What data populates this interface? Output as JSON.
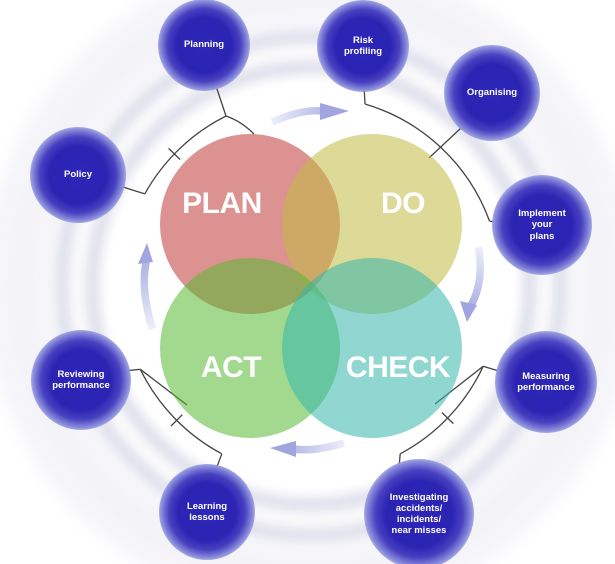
{
  "diagram": {
    "name": "health-and-safety-management-pdca-cycle",
    "center_circles": [
      {
        "label": "PLAN",
        "fill": "#c13939"
      },
      {
        "label": "DO",
        "fill": "#bfbc40"
      },
      {
        "label": "ACT",
        "fill": "#56ba32"
      },
      {
        "label": "CHECK",
        "fill": "#35b6ad"
      }
    ],
    "satellites": [
      {
        "label": "Planning"
      },
      {
        "label": "Risk\nprofiling"
      },
      {
        "label": "Organising"
      },
      {
        "label": "Implement\nyour\nplans"
      },
      {
        "label": "Measuring\nperformance"
      },
      {
        "label": "Investigating\naccidents/\nincidents/\nnear misses"
      },
      {
        "label": "Learning\nlessons"
      },
      {
        "label": "Reviewing\nperformance"
      },
      {
        "label": "Policy"
      }
    ],
    "colors": {
      "satellite_core": "#2b23b2",
      "connector": "#444444",
      "ring": "#e2e2ee",
      "ring_outer": "#ececf4",
      "arrow_tail": "#eceef9",
      "arrow_head": "#9ea4de",
      "circle_label_text": "#ffffff"
    }
  }
}
